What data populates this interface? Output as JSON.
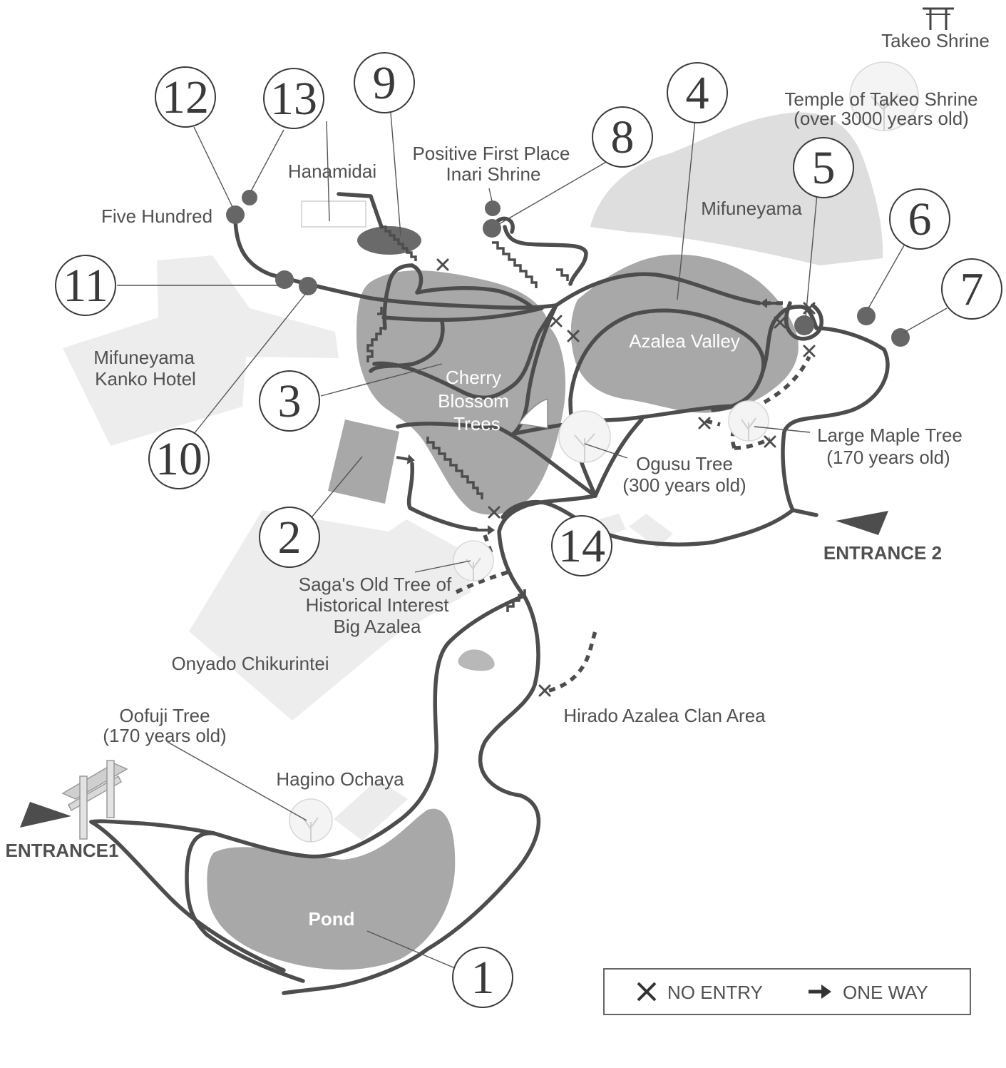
{
  "colors": {
    "path": "#4d4d4d",
    "water_and_areas": "#a8a8a8",
    "hill": "#dedede",
    "building": "#ededed",
    "text": "#505050",
    "marker": "#666666"
  },
  "numbered_points": [
    "1",
    "2",
    "3",
    "4",
    "5",
    "6",
    "7",
    "8",
    "9",
    "10",
    "11",
    "12",
    "13",
    "14"
  ],
  "labels": {
    "takeo_shrine": "Takeo Shrine",
    "temple_line1": "Temple of Takeo Shrine",
    "temple_line2": "(over 3000 years old)",
    "positive_line1": "Positive First Place",
    "positive_line2": "Inari Shrine",
    "hanamidai": "Hanamidai",
    "five_hundred": "Five Hundred",
    "mifuneyama": "Mifuneyama",
    "azalea_valley": "Azalea Valley",
    "hotel_line1": "Mifuneyama",
    "hotel_line2": "Kanko Hotel",
    "cherry_line1": "Cherry",
    "cherry_line2": "Blossom",
    "cherry_line3": "Trees",
    "maple_line1": "Large Maple Tree",
    "maple_line2": "(170 years old)",
    "ogusu_line1": "Ogusu Tree",
    "ogusu_line2": "(300 years old)",
    "entrance2": "ENTRANCE 2",
    "sagas_line1": "Saga's Old Tree of",
    "sagas_line2": "Historical Interest",
    "sagas_line3": "Big Azalea",
    "onyado": "Onyado Chikurintei",
    "hirado": "Hirado Azalea Clan Area",
    "oofuji_line1": "Oofuji Tree",
    "oofuji_line2": "(170 years old)",
    "hagino": "Hagino Ochaya",
    "entrance1": "ENTRANCE1",
    "pond": "Pond"
  },
  "icons": {
    "shrine": "torii-gate-icon",
    "entrance_gate": "torii-gate-3d-icon",
    "tree": "tree-icon",
    "entrance_arrow": "entrance-arrow-icon"
  },
  "legend": {
    "no_entry": "NO ENTRY",
    "one_way": "ONE WAY"
  }
}
